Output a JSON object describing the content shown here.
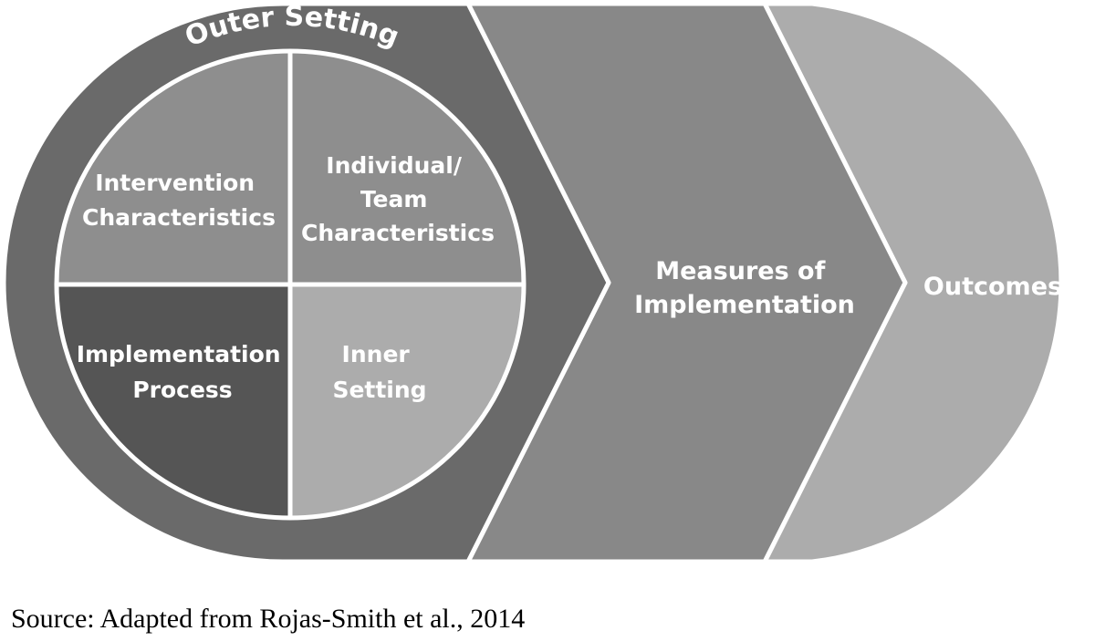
{
  "diagram": {
    "outer_label": "Outer Setting",
    "quadrants": {
      "top_left": [
        "Intervention",
        "Characteristics"
      ],
      "top_right": [
        "Individual/",
        "Team",
        "Characteristics"
      ],
      "bottom_left": [
        "Implementation",
        "Process"
      ],
      "bottom_right": [
        "Inner",
        "Setting"
      ]
    },
    "middle": [
      "Measures of",
      "Implementation"
    ],
    "right": "Outcomes"
  },
  "caption": "Source: Adapted from Rojas-Smith et al., 2014",
  "colors": {
    "outer_setting": "#6a6a6a",
    "measures": "#888888",
    "outcomes": "#acacac",
    "intervention": "#8e8e8e",
    "individual_team": "#8e8e8e",
    "implementation_process": "#555555",
    "inner_setting": "#acacac",
    "border": "#ffffff"
  }
}
